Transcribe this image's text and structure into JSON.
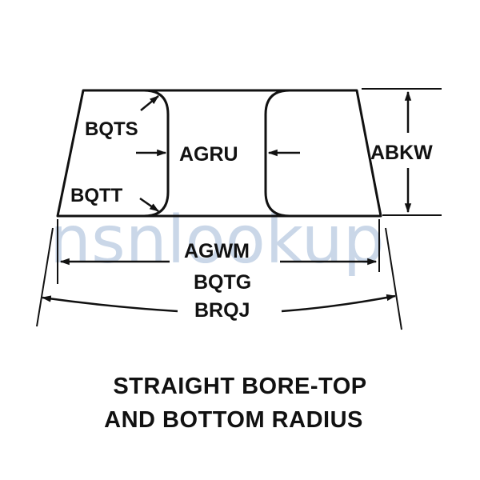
{
  "watermark": "nsnlookup",
  "labels": {
    "bqts": "BQTS",
    "bqtt": "BQTT",
    "agru": "AGRU",
    "abkw": "ABKW",
    "agwm": "AGWM",
    "bqtg": "BQTG",
    "brqj": "BRQJ"
  },
  "caption": {
    "line1": "STRAIGHT BORE-TOP",
    "line2": "AND BOTTOM RADIUS"
  },
  "colors": {
    "line": "#111111",
    "watermark": "#9fb8d6"
  }
}
